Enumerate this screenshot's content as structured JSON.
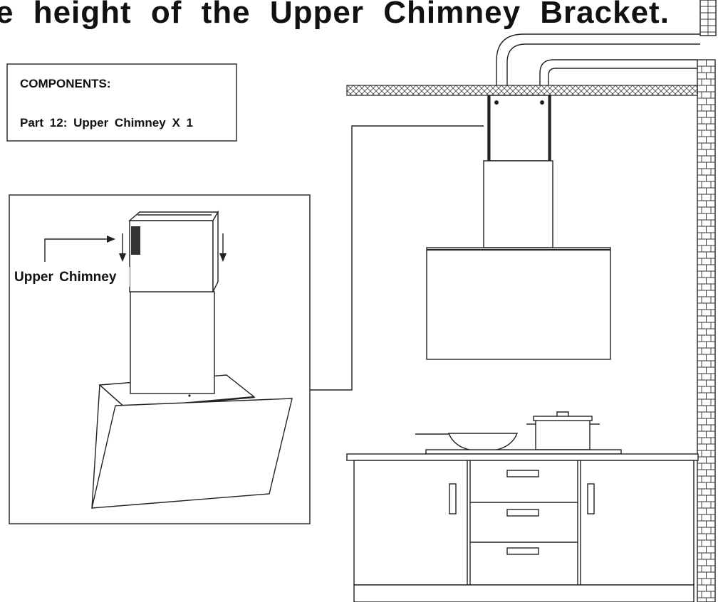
{
  "heading": {
    "text": "e height of the Upper Chimney Bracket."
  },
  "components_box": {
    "title": "COMPONENTS:",
    "item": "Part 12: Upper Chimney X 1"
  },
  "detail_callout": {
    "label": "Upper Chimney"
  },
  "colors": {
    "line": "#222222",
    "background": "#ffffff",
    "fill_dark": "#333333"
  }
}
